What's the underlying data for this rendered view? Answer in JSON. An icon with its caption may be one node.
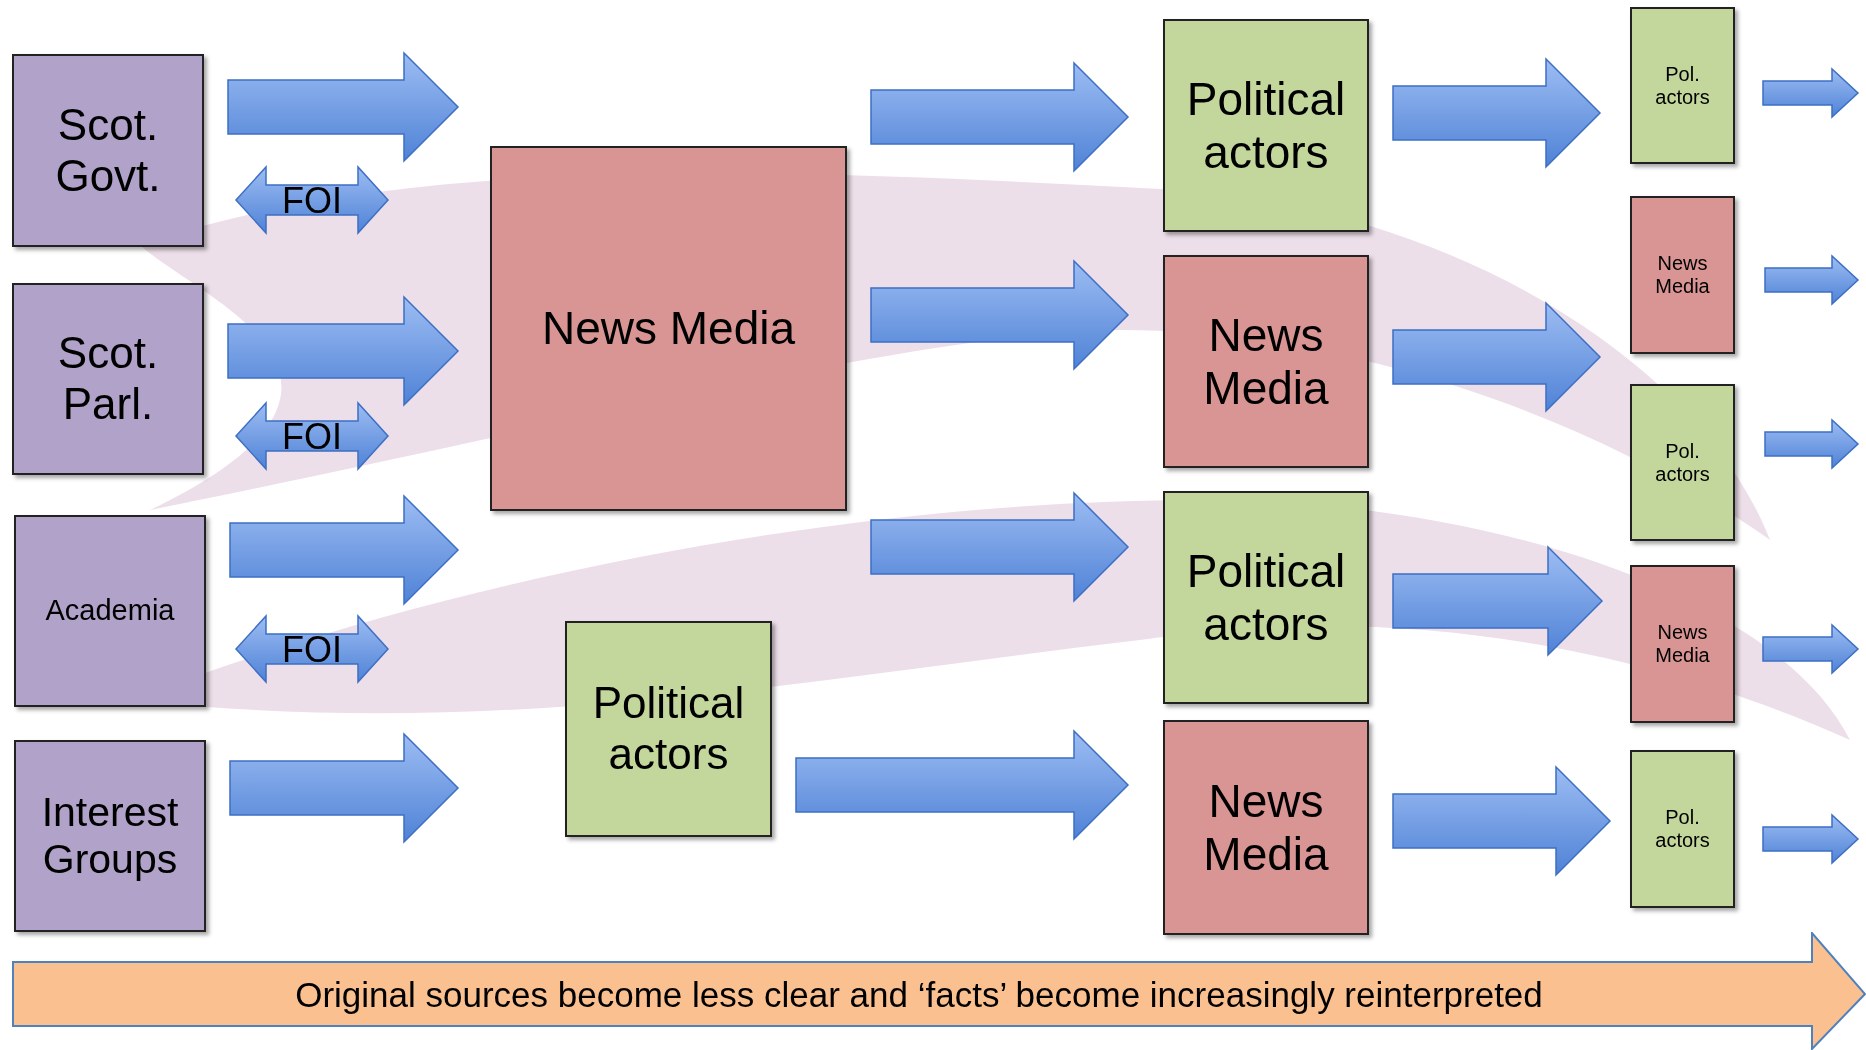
{
  "diagram": {
    "nodes": [
      {
        "text": [
          "Scot. Govt."
        ]
      },
      {
        "text": [
          "Scot. Parl."
        ]
      },
      {
        "text": [
          "Academia"
        ]
      },
      {
        "text": [
          "Interest Groups"
        ]
      },
      {
        "text": [
          "News Media"
        ]
      },
      {
        "text": [
          "Political actors"
        ]
      },
      {
        "text": [
          "Political actors"
        ]
      },
      {
        "text": [
          "News Media"
        ]
      },
      {
        "text": [
          "Political actors"
        ]
      },
      {
        "text": [
          "News Media"
        ]
      },
      {
        "text": [
          "Pol. actors"
        ]
      },
      {
        "text": [
          "News Media"
        ]
      },
      {
        "text": [
          "Pol. actors"
        ]
      },
      {
        "text": [
          "News Media"
        ]
      },
      {
        "text": [
          "Pol. actors"
        ]
      },
      {
        "text": [
          "Original sources become less clear and ‘facts’ become increasingly reinterpreted"
        ]
      }
    ],
    "edges": [
      {
        "from": 0,
        "to": 4,
        "arrow": "to"
      },
      {
        "from": 0,
        "to": null,
        "arrow": "both",
        "label": "FOI"
      },
      {
        "from": 1,
        "to": 4,
        "arrow": "to"
      },
      {
        "from": 1,
        "to": null,
        "arrow": "both",
        "label": "FOI"
      },
      {
        "from": 2,
        "to": 4,
        "arrow": "to"
      },
      {
        "from": 2,
        "to": null,
        "arrow": "both",
        "label": "FOI"
      },
      {
        "from": 3,
        "to": 5,
        "arrow": "to"
      },
      {
        "from": 4,
        "to": 6,
        "arrow": "to"
      },
      {
        "from": 4,
        "to": 7,
        "arrow": "to"
      },
      {
        "from": 4,
        "to": 8,
        "arrow": "to"
      },
      {
        "from": 5,
        "to": 9,
        "arrow": "to"
      },
      {
        "from": 6,
        "to": 10,
        "arrow": "to"
      },
      {
        "from": 7,
        "to": 11,
        "arrow": "to"
      },
      {
        "from": 8,
        "to": 13,
        "arrow": "to"
      },
      {
        "from": 9,
        "to": 14,
        "arrow": "to"
      },
      {
        "from": 10,
        "to": null,
        "arrow": "to"
      },
      {
        "from": 11,
        "to": null,
        "arrow": "to"
      },
      {
        "from": 12,
        "to": null,
        "arrow": "to"
      },
      {
        "from": 13,
        "to": null,
        "arrow": "to"
      },
      {
        "from": 14,
        "to": null,
        "arrow": "to"
      }
    ]
  }
}
